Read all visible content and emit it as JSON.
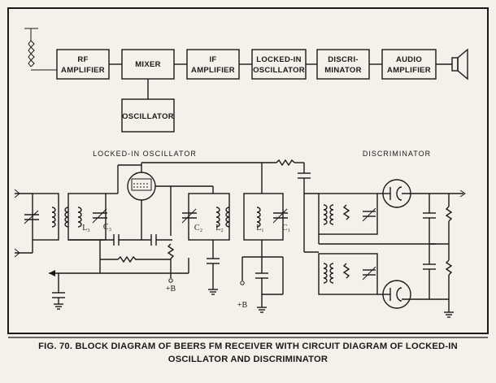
{
  "block_diagram": {
    "blocks": [
      {
        "id": "rf",
        "lines": [
          "RF",
          "AMPLIFIER"
        ]
      },
      {
        "id": "mixer",
        "lines": [
          "MIXER"
        ]
      },
      {
        "id": "if",
        "lines": [
          "IF",
          "AMPLIFIER"
        ]
      },
      {
        "id": "locked",
        "lines": [
          "LOCKED-IN",
          "OSCILLATOR"
        ]
      },
      {
        "id": "disc",
        "lines": [
          "DISCRI-",
          "MINATOR"
        ]
      },
      {
        "id": "audio",
        "lines": [
          "AUDIO",
          "AMPLIFIER"
        ]
      },
      {
        "id": "osc",
        "lines": [
          "OSCILLATOR"
        ]
      }
    ]
  },
  "circuit": {
    "locked_section_label": "LOCKED-IN OSCILLATOR",
    "disc_section_label": "DISCRIMINATOR",
    "labels": {
      "L3": "L₃",
      "C3": "C₃",
      "C2": "C₂",
      "L2": "L₂",
      "L1": "L₁",
      "C1": "C₁",
      "B1": "+B",
      "B2": "+B"
    }
  },
  "caption": {
    "line1": "FIG. 70. BLOCK DIAGRAM OF BEERS FM RECEIVER WITH CIRCUIT DIAGRAM OF LOCKED-IN",
    "line2": "OSCILLATOR AND DISCRIMINATOR"
  },
  "colors": {
    "ink": "#1a1a1a",
    "paper": "#f4f1ea"
  }
}
